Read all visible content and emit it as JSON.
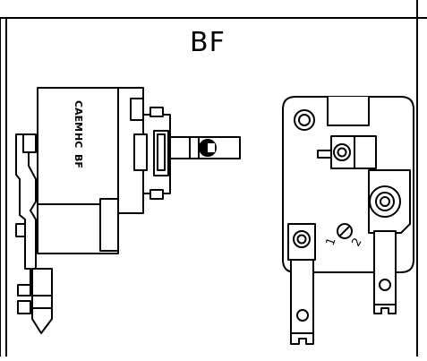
{
  "drawing": {
    "title": "BF",
    "side_view": {
      "label_lines": [
        "CAEM",
        "HC",
        "BF"
      ]
    },
    "front_view": {
      "terminal_labels": [
        "1",
        "2"
      ]
    }
  }
}
